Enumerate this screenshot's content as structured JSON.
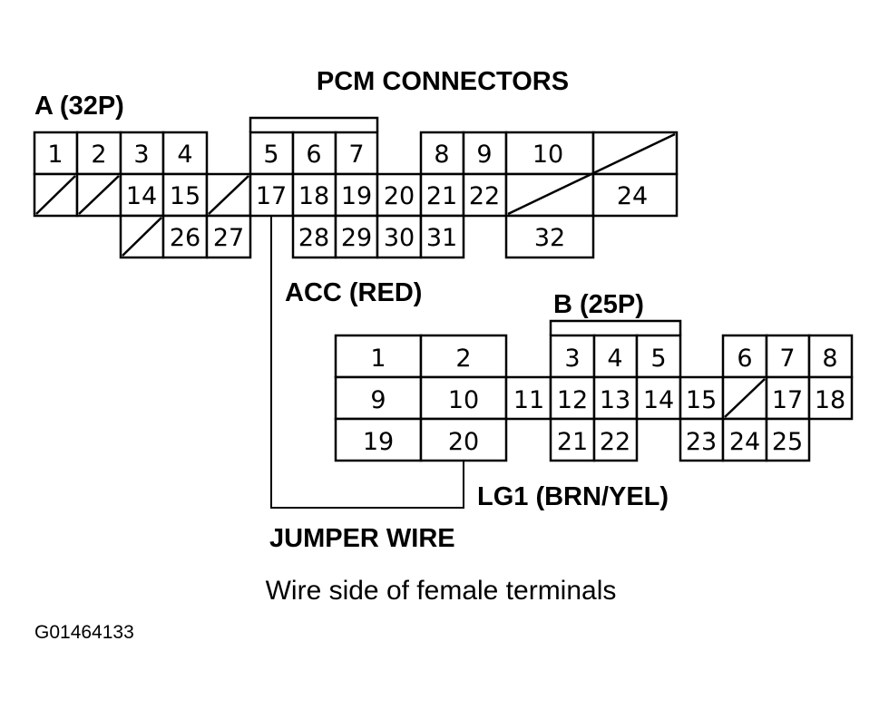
{
  "title": "PCM CONNECTORS",
  "connector_a": {
    "label": "A (32P)",
    "pins": [
      "1",
      "2",
      "3",
      "4",
      "5",
      "6",
      "7",
      "8",
      "9",
      "10",
      "14",
      "15",
      "17",
      "18",
      "19",
      "20",
      "21",
      "22",
      "24",
      "26",
      "27",
      "28",
      "29",
      "30",
      "31",
      "32"
    ]
  },
  "connector_b": {
    "label": "B (25P)",
    "pins": [
      "1",
      "2",
      "3",
      "4",
      "5",
      "6",
      "7",
      "8",
      "9",
      "10",
      "11",
      "12",
      "13",
      "14",
      "15",
      "17",
      "18",
      "19",
      "20",
      "21",
      "22",
      "23",
      "24",
      "25"
    ]
  },
  "labels": {
    "acc": "ACC (RED)",
    "lg1": "LG1 (BRN/YEL)",
    "jumper": "JUMPER WIRE",
    "caption": "Wire side of female terminals",
    "figure_code": "G01464133"
  }
}
